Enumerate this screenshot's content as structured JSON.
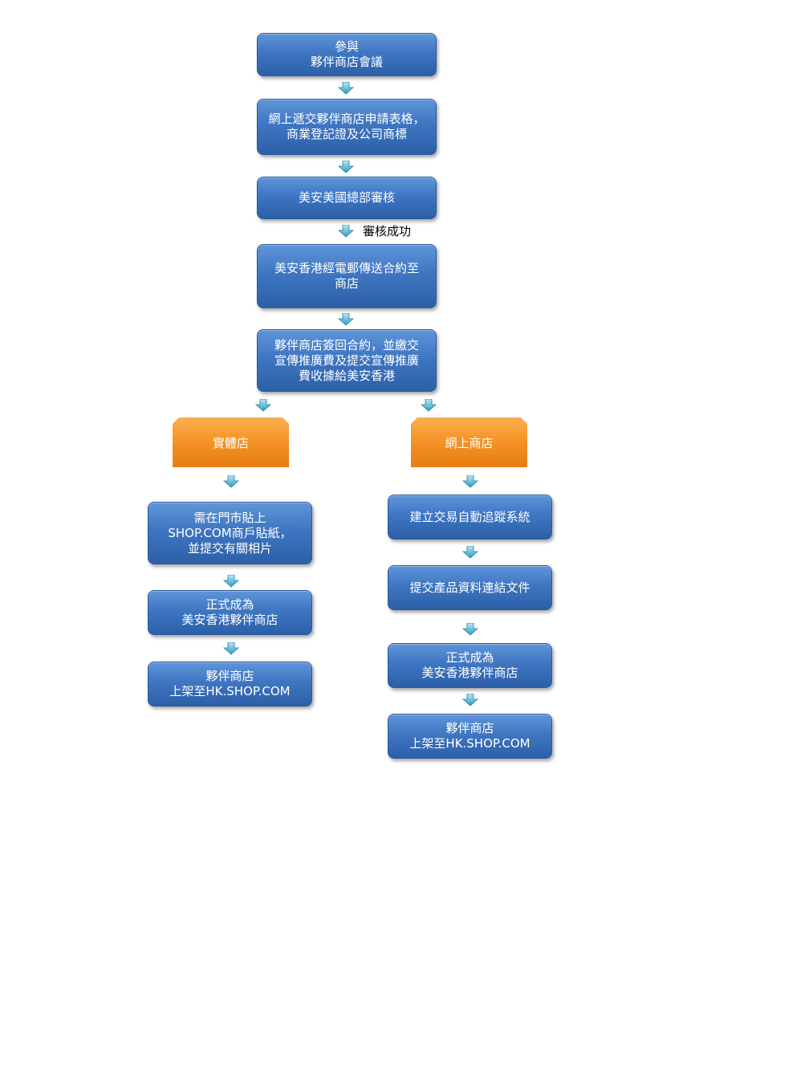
{
  "steps": {
    "join": {
      "line1": "參與",
      "line2": "夥伴商店會議"
    },
    "submit": {
      "line1": "網上遞交夥伴商店申請表格，",
      "line2": "商業登記證及公司商標"
    },
    "review": {
      "line1": "美安美國總部審核"
    },
    "review_success": "審核成功",
    "contract": {
      "line1": "美安香港經電郵傳送合約至",
      "line2": "商店"
    },
    "sign": {
      "line1": "夥伴商店簽回合約，並繳交",
      "line2": "宣傳推廣費及提交宣傳推廣",
      "line3": "費收據給美安香港"
    }
  },
  "branches": {
    "physical": {
      "title": "實體店",
      "sticker": {
        "line1": "需在門市貼上",
        "line2": "SHOP.COM商戶貼紙，",
        "line3": "並提交有關相片"
      },
      "become": {
        "line1": "正式成為",
        "line2": "美安香港夥伴商店"
      },
      "listed": {
        "line1": "夥伴商店",
        "line2": "上架至HK.SHOP.COM"
      }
    },
    "online": {
      "title": "網上商店",
      "tracking": {
        "line1": "建立交易自動追蹤系統"
      },
      "docs": {
        "line1": "提交產品資料連結文件"
      },
      "become": {
        "line1": "正式成為",
        "line2": "美安香港夥伴商店"
      },
      "listed": {
        "line1": "夥伴商店",
        "line2": "上架至HK.SHOP.COM"
      }
    }
  },
  "colors": {
    "box_blue": "#3f76c2",
    "tab_orange": "#f59428",
    "arrow_teal": "#2a9cc4"
  }
}
